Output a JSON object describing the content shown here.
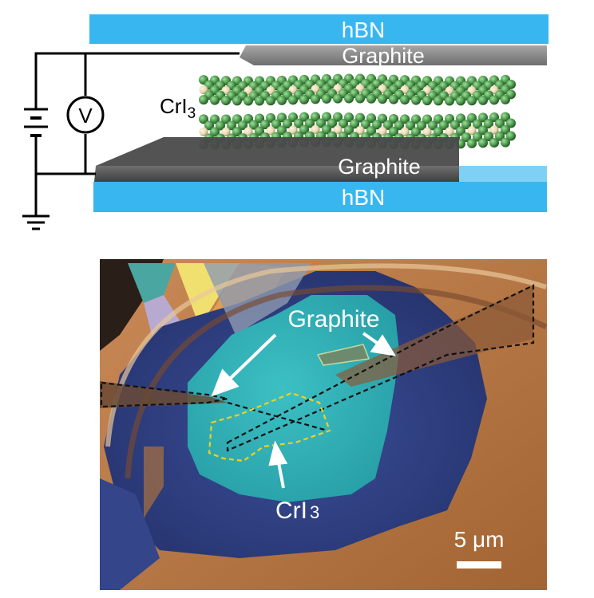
{
  "schematic": {
    "top_hbn": "hBN",
    "top_graphite": "Graphite",
    "crystal": "CrI",
    "crystal_subscript": "3",
    "bottom_graphite": "Graphite",
    "bottom_hbn": "hBN",
    "voltmeter": "V"
  },
  "micrograph": {
    "graphite_label": "Graphite",
    "cri3_label": "CrI",
    "cri3_subscript": "3",
    "scale_bar": "5 μm"
  },
  "colors": {
    "hbn": "#38b6f0",
    "graphite_top": "#8a8a8a",
    "graphite_bottom": "#555555",
    "atom_green": "#4f9a4f",
    "atom_cream": "#e6d6b0",
    "flake_cyan": "#2fb2b8",
    "flake_navy": "#2e3f84",
    "substrate_brown": "#b07040",
    "outline_yellow": "#f0d020",
    "outline_black": "#111111"
  }
}
